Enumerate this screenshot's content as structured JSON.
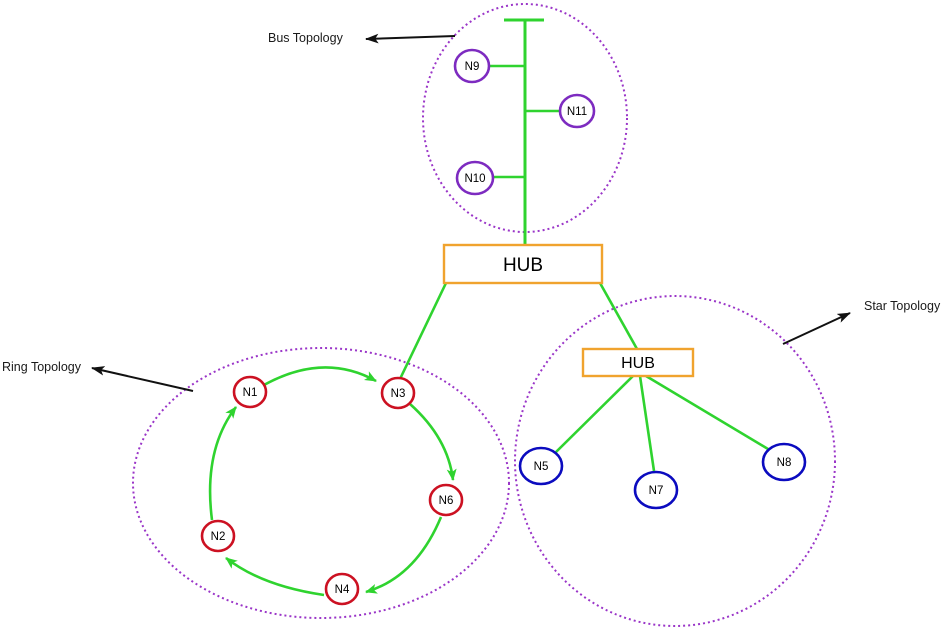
{
  "diagram_type": "network-topologies",
  "topologies": {
    "bus": {
      "label": "Bus Topology",
      "nodes": [
        {
          "label": "N9"
        },
        {
          "label": "N11"
        },
        {
          "label": "N10"
        }
      ]
    },
    "ring": {
      "label": "Ring Topology",
      "nodes": [
        {
          "label": "N1"
        },
        {
          "label": "N3"
        },
        {
          "label": "N6"
        },
        {
          "label": "N4"
        },
        {
          "label": "N2"
        }
      ],
      "flow_direction": "clockwise",
      "flow_order": [
        "N1",
        "N3",
        "N6",
        "N4",
        "N2",
        "N1"
      ]
    },
    "star": {
      "label": "Star Topology",
      "nodes": [
        {
          "label": "N5"
        },
        {
          "label": "N7"
        },
        {
          "label": "N8"
        }
      ]
    }
  },
  "hubs": {
    "main": {
      "label": "HUB"
    },
    "star": {
      "label": "HUB"
    }
  },
  "links": [
    {
      "from": "bus-trunk",
      "to": "main-hub"
    },
    {
      "from": "main-hub",
      "to": "ring-node-N3"
    },
    {
      "from": "main-hub",
      "to": "star-hub"
    },
    {
      "from": "star-hub",
      "to": "N5"
    },
    {
      "from": "star-hub",
      "to": "N7"
    },
    {
      "from": "star-hub",
      "to": "N8"
    },
    {
      "from": "bus-trunk",
      "to": "N9"
    },
    {
      "from": "bus-trunk",
      "to": "N11"
    },
    {
      "from": "bus-trunk",
      "to": "N10"
    }
  ],
  "colors": {
    "link_green": "#2fd32f",
    "boundary_purple": "#9a35c8",
    "bus_node_stroke": "#7d2bc0",
    "ring_node_stroke": "#cc1122",
    "star_node_stroke": "#0b0bbf",
    "hub_border_orange": "#f0a32e",
    "annotation_black": "#111111",
    "background": "#ffffff"
  }
}
